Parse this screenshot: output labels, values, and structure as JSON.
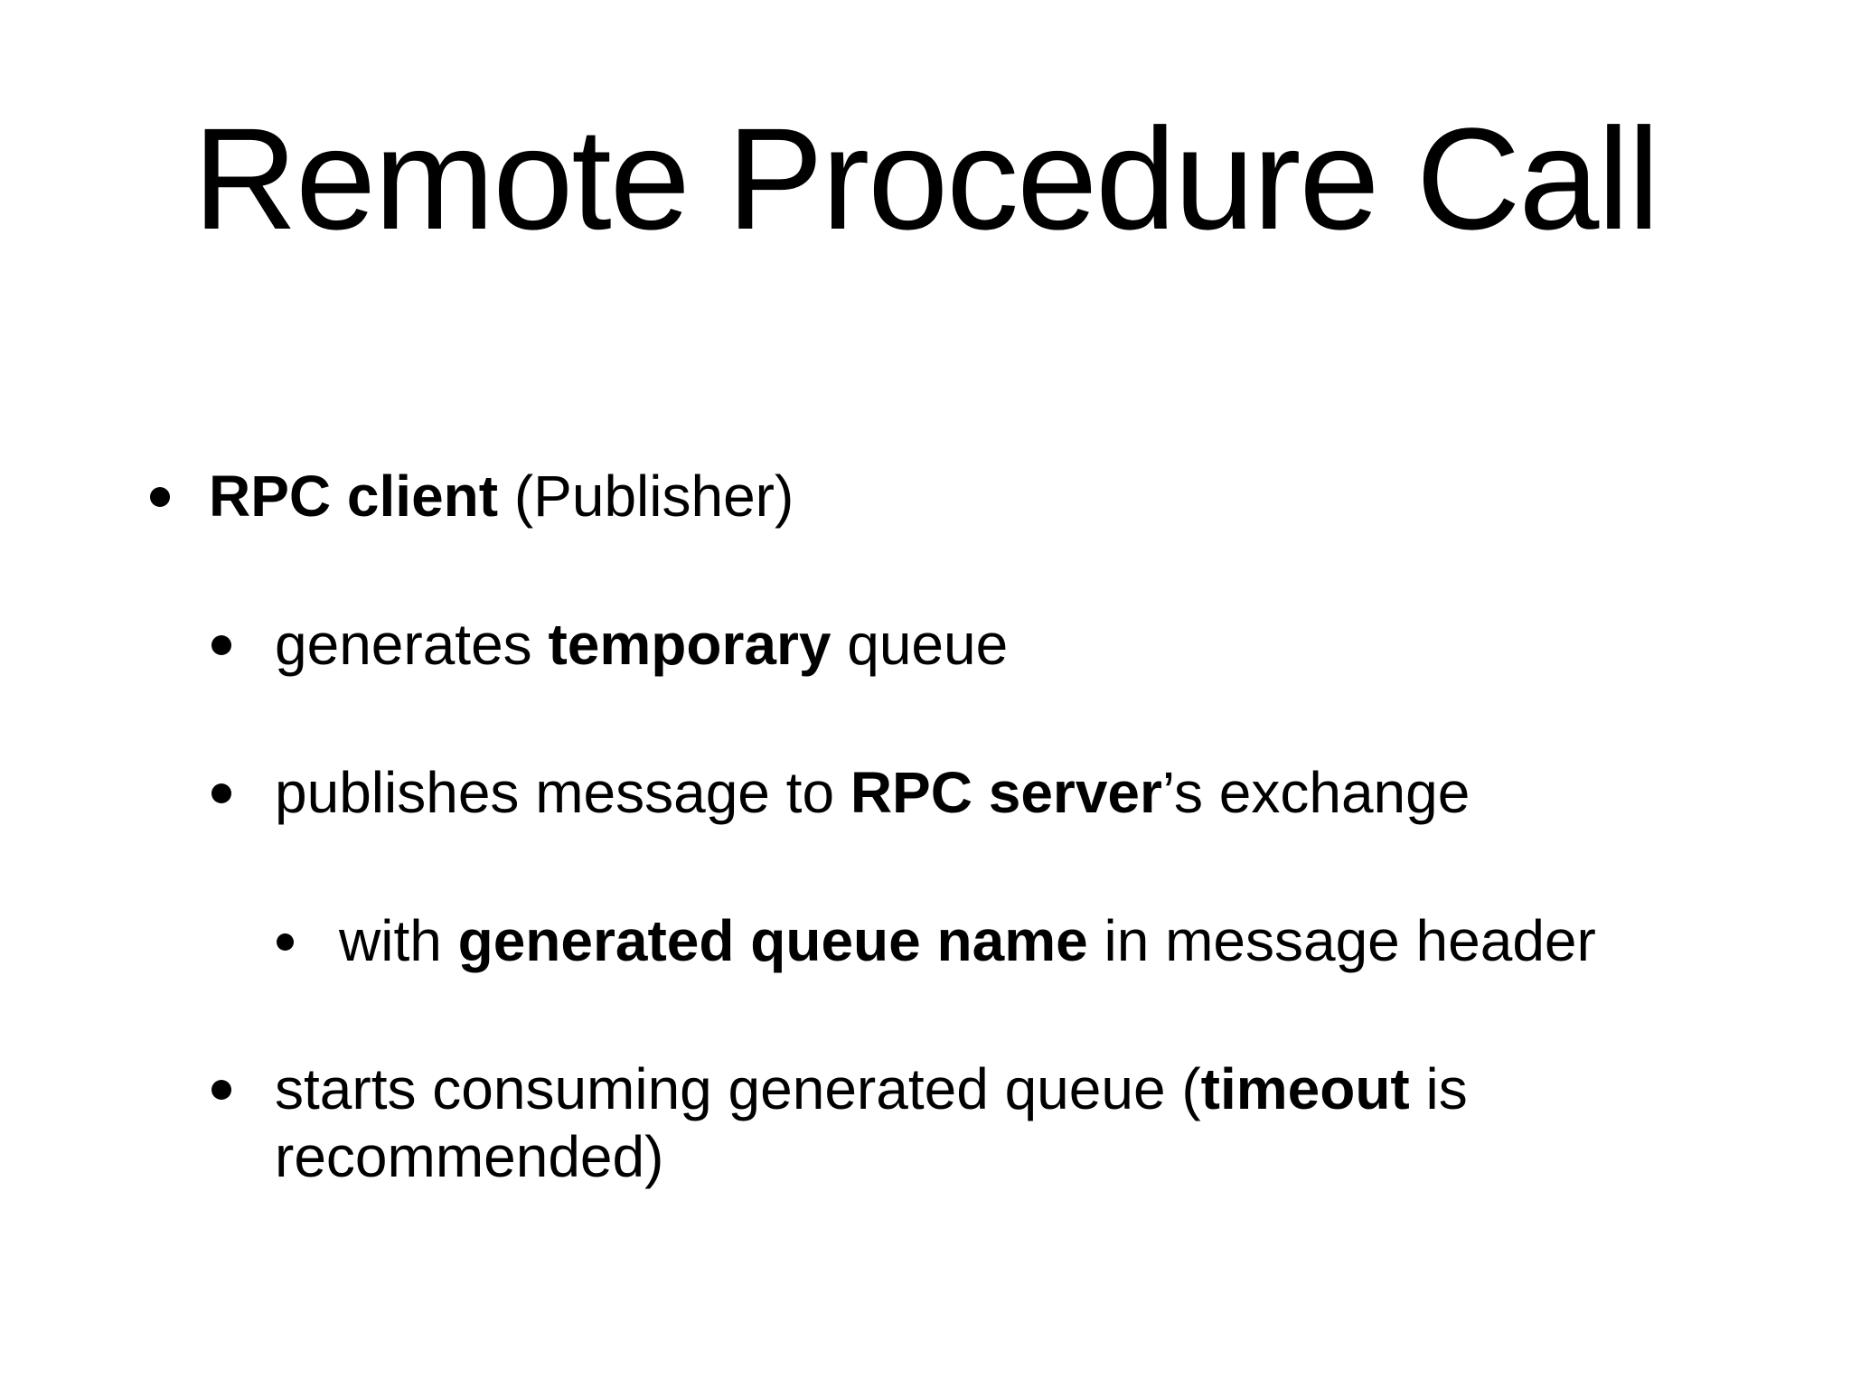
{
  "slide": {
    "title": "Remote Procedure Call",
    "colors": {
      "background": "#ffffff",
      "text": "#000000",
      "bullet_dot": "#000000"
    },
    "bullets": [
      {
        "level": 1,
        "segments": [
          {
            "t": "RPC client",
            "b": true
          },
          {
            "t": " (Publisher)",
            "b": false
          }
        ]
      },
      {
        "level": 2,
        "segments": [
          {
            "t": "generates ",
            "b": false
          },
          {
            "t": "temporary",
            "b": true
          },
          {
            "t": " queue",
            "b": false
          }
        ]
      },
      {
        "level": 2,
        "segments": [
          {
            "t": "publishes message to ",
            "b": false
          },
          {
            "t": "RPC server",
            "b": true
          },
          {
            "t": "’s exchange",
            "b": false
          }
        ]
      },
      {
        "level": 3,
        "segments": [
          {
            "t": "with ",
            "b": false
          },
          {
            "t": "generated queue name",
            "b": true
          },
          {
            "t": " in message header",
            "b": false
          }
        ]
      },
      {
        "level": 2,
        "segments": [
          {
            "t": "starts consuming generated queue (",
            "b": false
          },
          {
            "t": "timeout",
            "b": true
          },
          {
            "t": " is",
            "b": false
          },
          {
            "br": true
          },
          {
            "t": "recommended)",
            "b": false
          }
        ]
      }
    ]
  }
}
